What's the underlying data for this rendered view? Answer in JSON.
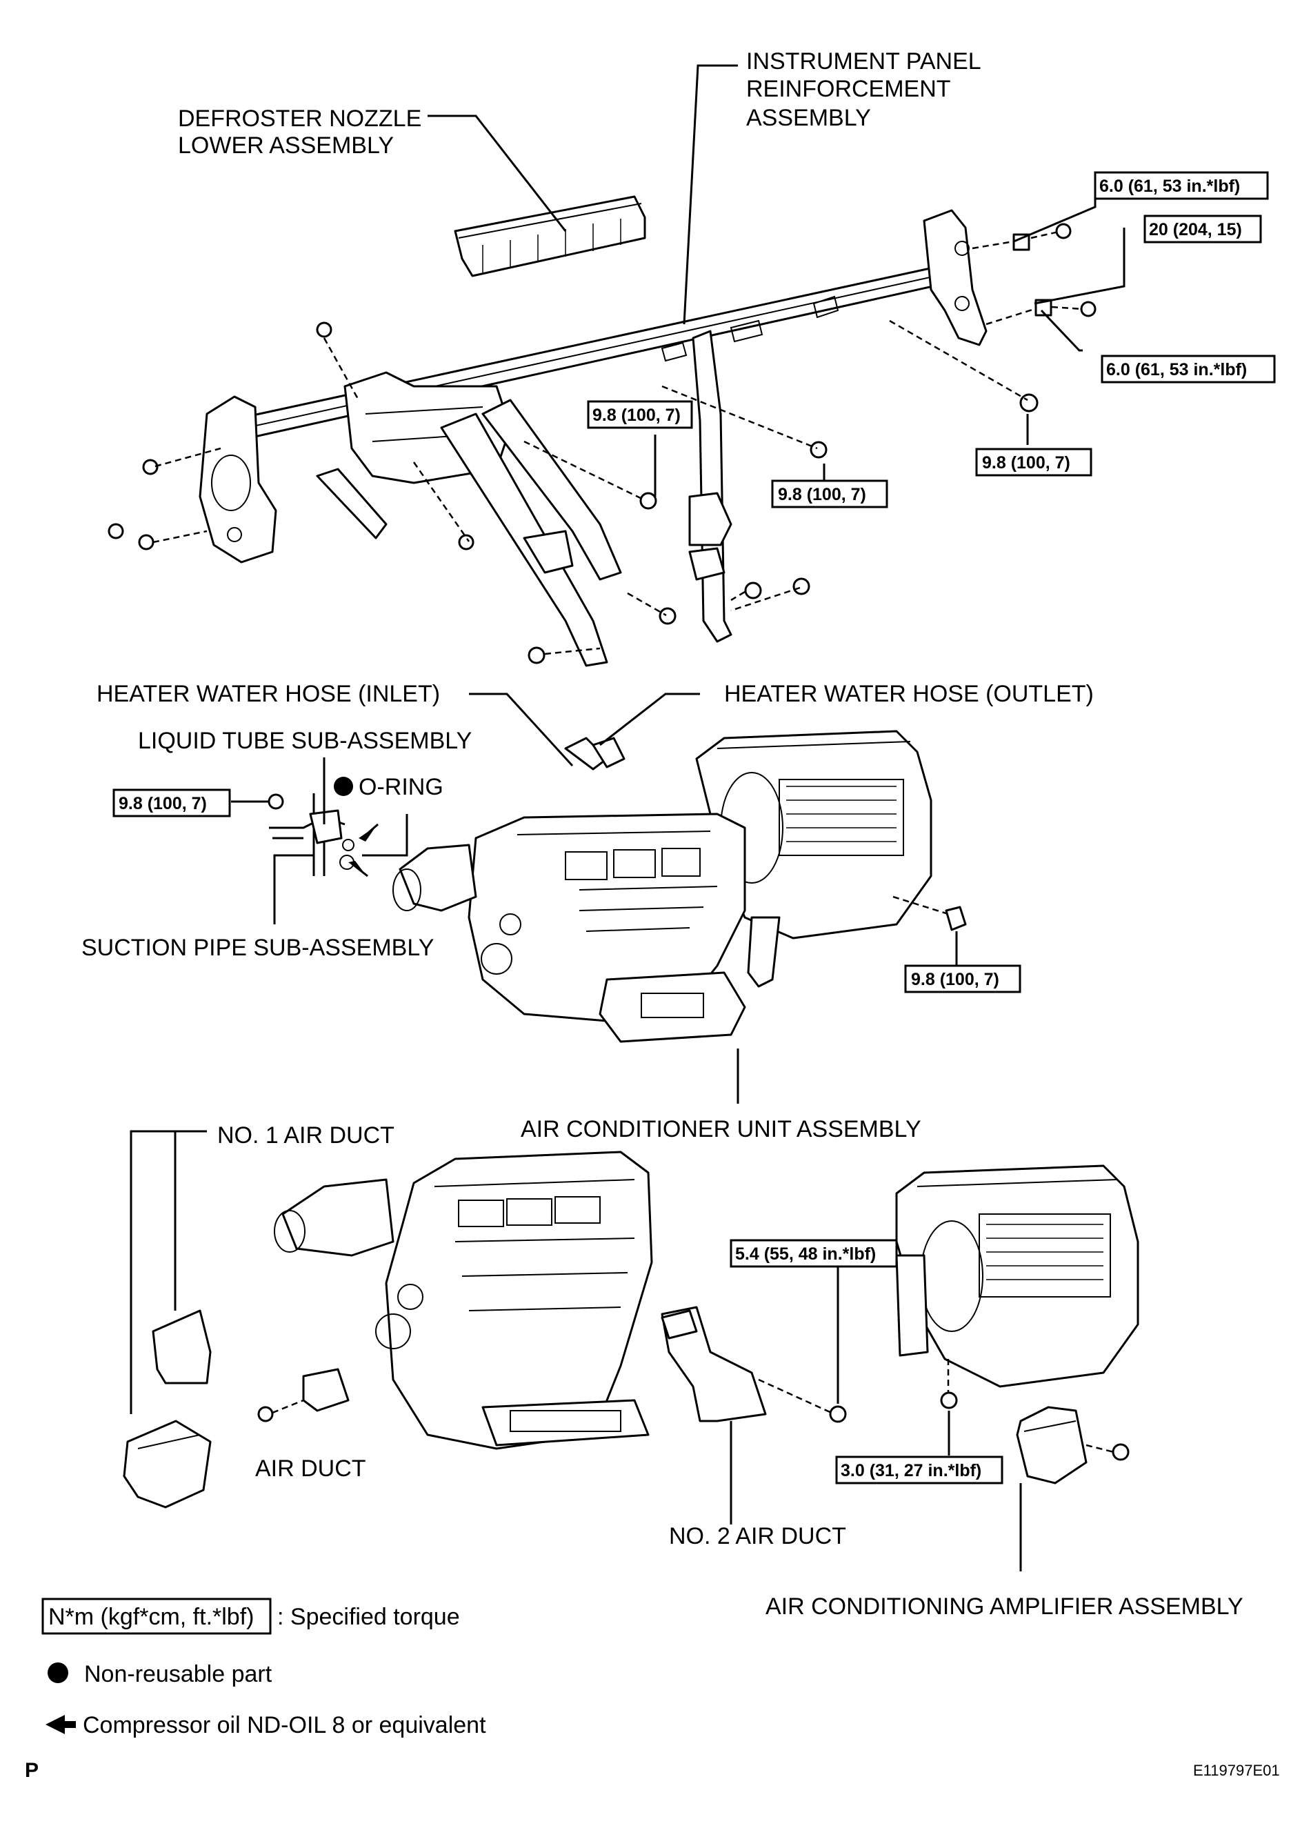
{
  "labels": {
    "defroster": [
      "DEFROSTER NOZZLE",
      "LOWER ASSEMBLY"
    ],
    "ip_reinf": [
      "INSTRUMENT PANEL",
      "REINFORCEMENT",
      "ASSEMBLY"
    ],
    "hose_inlet": "HEATER WATER HOSE (INLET)",
    "hose_outlet": "HEATER WATER HOSE (OUTLET)",
    "liquid_tube": "LIQUID TUBE SUB-ASSEMBLY",
    "oring": "O-RING",
    "suction_pipe": "SUCTION PIPE SUB-ASSEMBLY",
    "ac_unit": "AIR CONDITIONER UNIT ASSEMBLY",
    "no1_duct": "NO. 1 AIR DUCT",
    "air_duct": "AIR DUCT",
    "no2_duct": "NO. 2 AIR DUCT",
    "amplifier": "AIR CONDITIONING AMPLIFIER ASSEMBLY"
  },
  "torques": {
    "t_6_0_a": "6.0 (61, 53 in.*lbf)",
    "t_20": "20 (204, 15)",
    "t_6_0_b": "6.0 (61, 53 in.*lbf)",
    "t_9_8_a": "9.8 (100, 7)",
    "t_9_8_b": "9.8 (100, 7)",
    "t_9_8_c": "9.8 (100, 7)",
    "t_9_8_d": "9.8 (100, 7)",
    "t_9_8_e": "9.8 (100, 7)",
    "t_5_4": "5.4 (55, 48 in.*lbf)",
    "t_3_0": "3.0 (31, 27 in.*lbf)"
  },
  "legend": {
    "torque_unit": "N*m (kgf*cm, ft.*lbf)",
    "torque_desc": ": Specified torque",
    "nonreusable": "Non-reusable part",
    "oil": "Compressor oil ND-OIL 8 or equivalent"
  },
  "footer": {
    "left_code": "P",
    "figure_id": "E119797E01"
  }
}
